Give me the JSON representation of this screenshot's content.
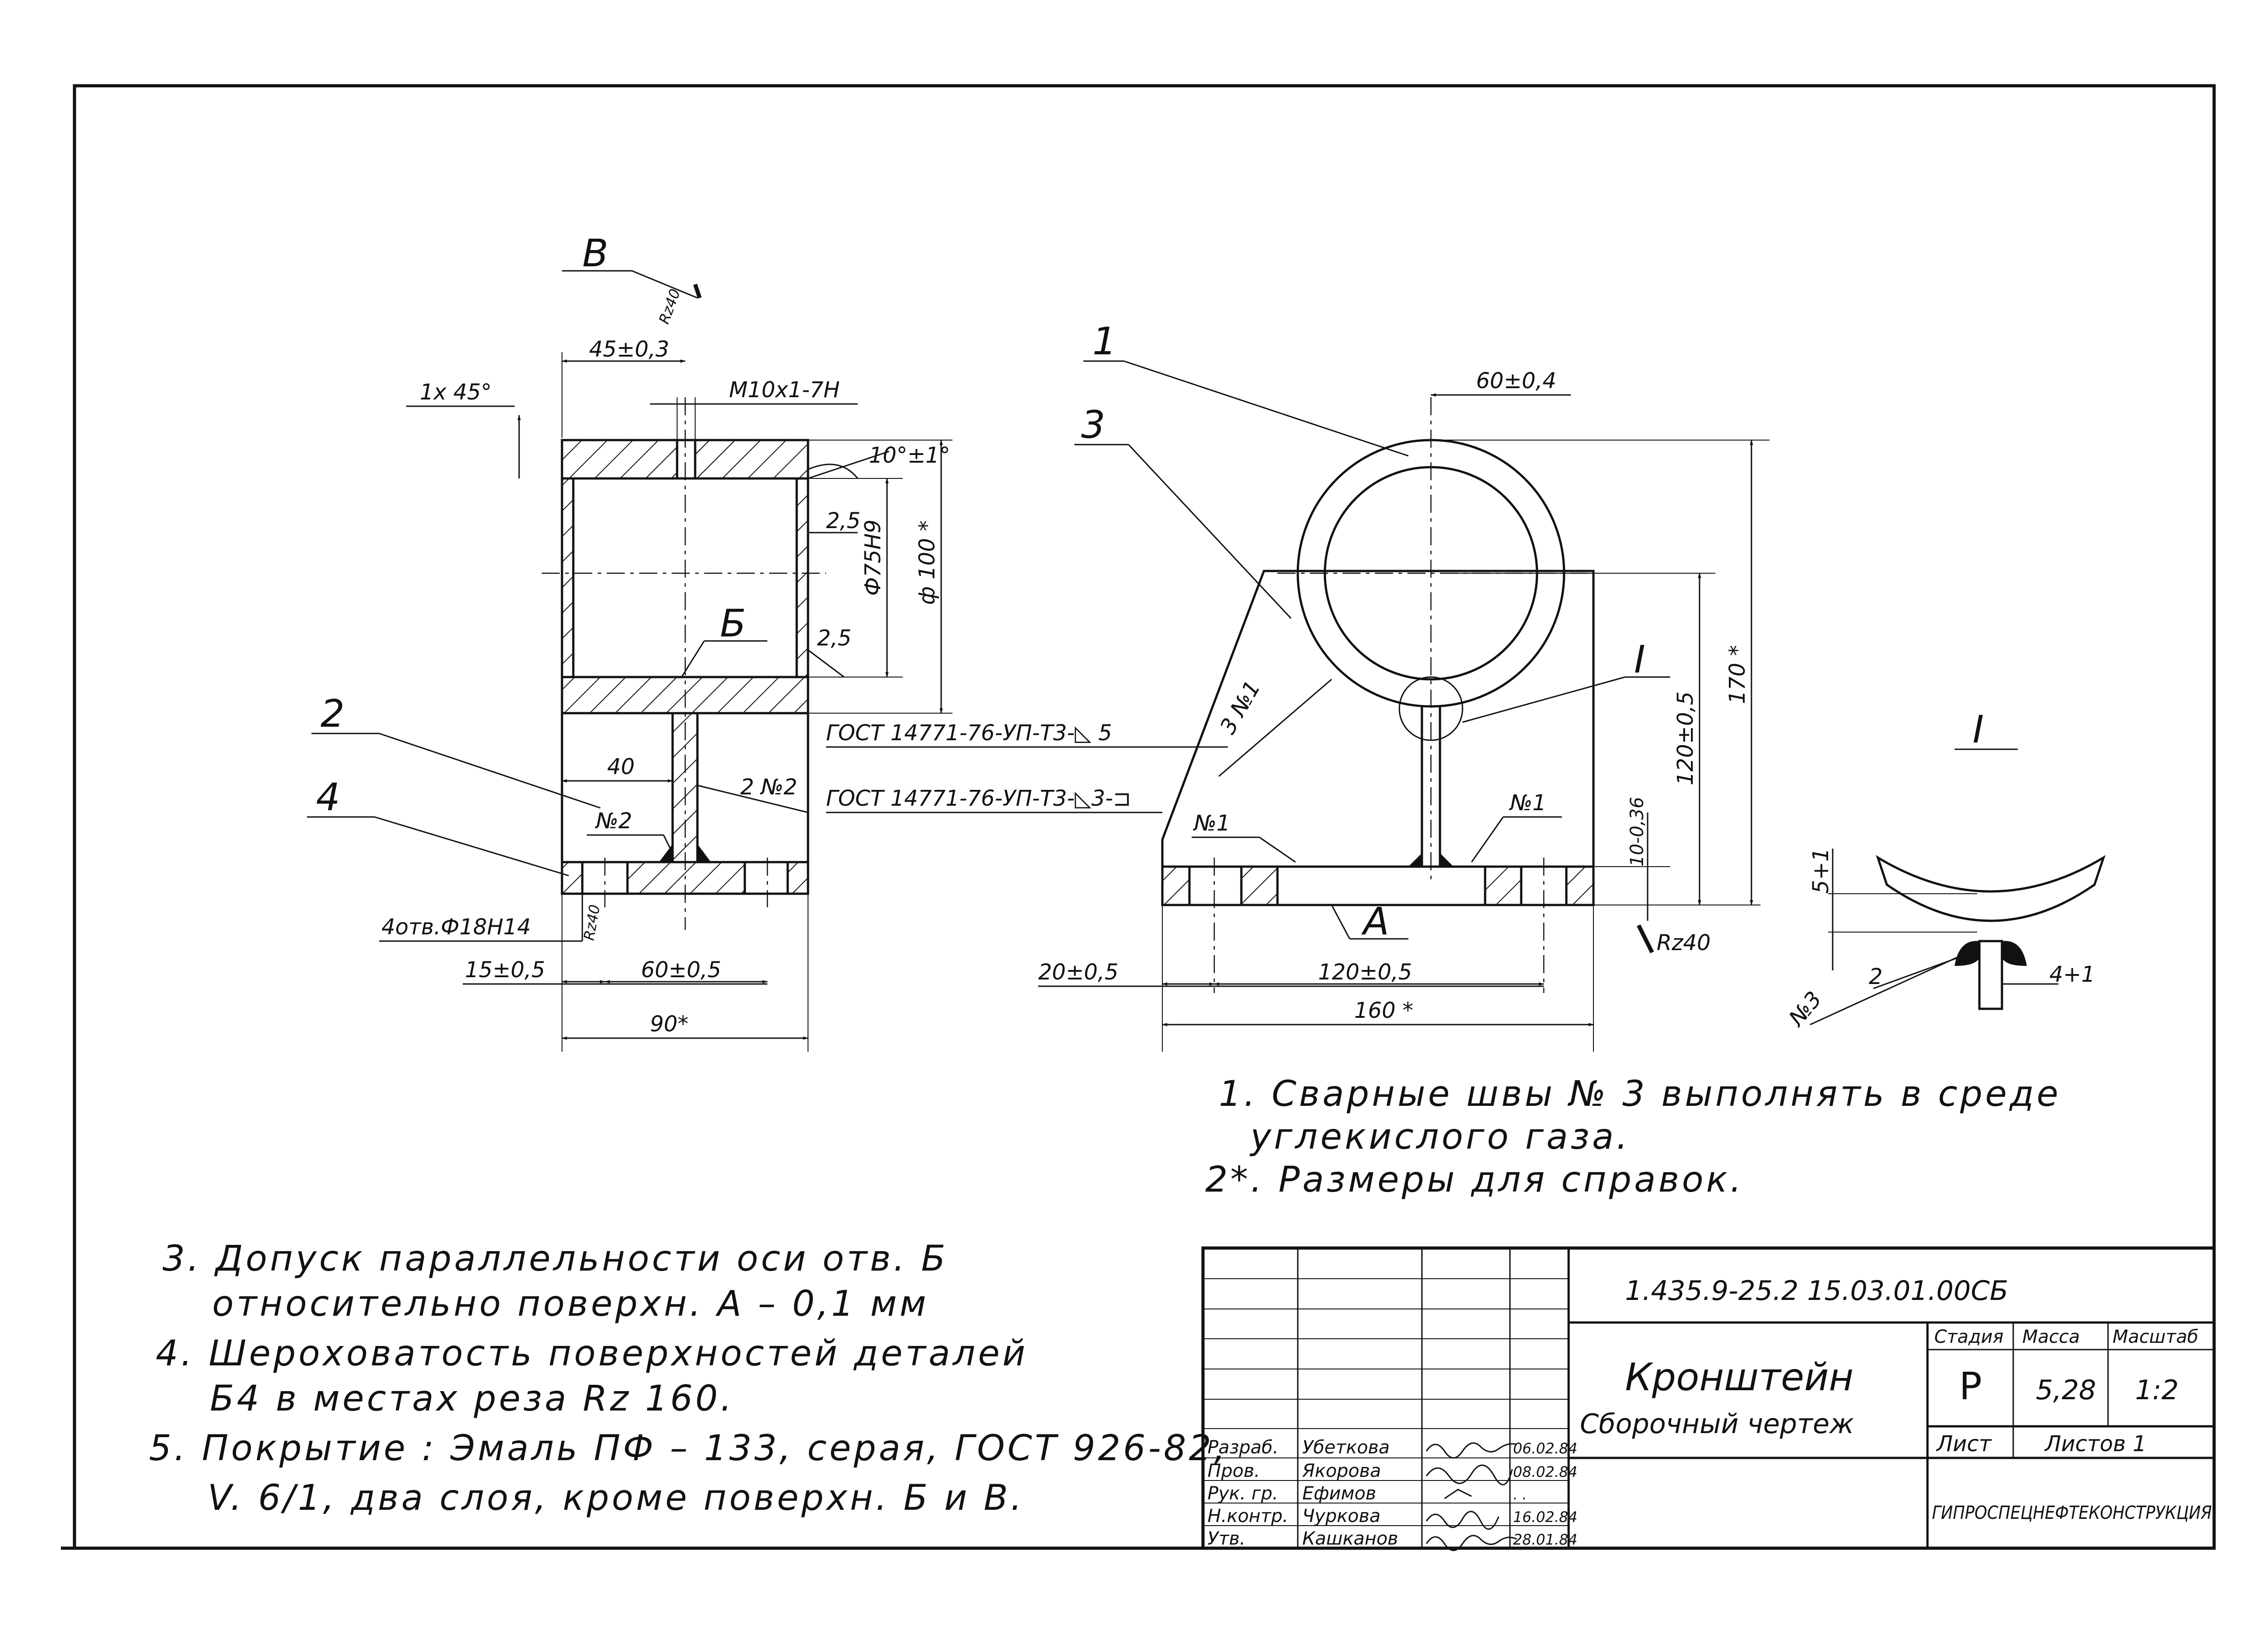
{
  "view_labels": {
    "section_b": "B",
    "detail": "I",
    "detail_marker": "I",
    "hole_label": "Б",
    "surface_label": "А"
  },
  "roughness": {
    "top": "Rz40",
    "base": "Rz40",
    "right": "Rz40"
  },
  "dims_left": {
    "chamfer": "1x 45°",
    "width_45": "45±0,3",
    "thread": "M10x1-7H",
    "angle": "10°±1°",
    "wall_top": "2,5",
    "wall_bottom": "2,5",
    "bore": "Ф75H9",
    "outer": "ф 100 *",
    "rib": "40",
    "holes": "4отв.Ф18H14",
    "offset_15": "15±0,5",
    "spacing_60": "60±0,5",
    "width_90": "90*"
  },
  "dims_right": {
    "top_60": "60±0,4",
    "height_120": "120±0,5",
    "height_170": "170 *",
    "base_10": "10-0,36",
    "offset_20": "20±0,5",
    "span_120": "120±0,5",
    "width_160": "160 *"
  },
  "detail_dims": {
    "weld_5": "5+1",
    "weld_4": "4+1",
    "part": "2",
    "weld_no": "№3"
  },
  "balloons": [
    "1",
    "3",
    "2",
    "4"
  ],
  "welds": {
    "w1": "3 №1",
    "w2": "2 №2",
    "w3": "№2",
    "w4": "№1",
    "w5": "№1",
    "gost1": "ГОСТ 14771-76-УП-Т3-◺ 5",
    "gost2": "ГОСТ 14771-76-УП-Т3-◺3-⊐"
  },
  "notes_right": {
    "n1a": "1. Сварные   швы  № 3   выполнять   в  среде",
    "n1b": "углекислого     газа.",
    "n2": "2*. Размеры   для    справок."
  },
  "notes_left": {
    "n3a": "3.  Допуск     параллельности      оси   отв. Б",
    "n3b": "относительно     поверхн.  А  –  0,1 мм",
    "n4a": "4.  Шероховатость    поверхностей    деталей",
    "n4b": "Б4   в   местах    реза   Rz 160.",
    "n5a": "5.  Покрытие :  Эмаль   ПФ – 133,  серая,  ГОСТ 926-82,",
    "n5b": "V.  6/1,  два   слоя,   кроме    поверхн.  Б и В."
  },
  "title_block": {
    "code": "1.435.9-25.2    15.03.01.00СБ",
    "title_1": "Кронштейн",
    "title_2": "Сборочный   чертеж",
    "col_stage": "Стадия",
    "col_mass": "Масса",
    "col_scale": "Масштаб",
    "stage": "Р",
    "mass": "5,28",
    "scale": "1:2",
    "sheet": "Лист",
    "sheets": "Листов 1",
    "org": "ГИПРОСПЕЦНЕФТЕКОНСТРУКЦИЯ",
    "roles": [
      "Разраб.",
      "Пров.",
      "Рук. гр.",
      "Н.контр.",
      "Утв."
    ],
    "names": [
      "Убеткова",
      "Якорова",
      "Ефимов",
      "Чуркова",
      "Кашканов"
    ],
    "signs": [
      "Убеткова",
      "Якорова",
      "Ефимов",
      "Чуркова",
      "Кашканов"
    ],
    "dates": [
      "06.02.84",
      "08.02.84",
      "  .  .  ",
      "16.02.84",
      "28.01.84"
    ]
  }
}
